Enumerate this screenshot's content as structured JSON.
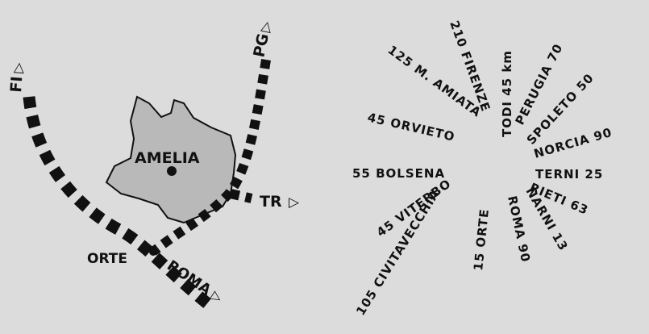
{
  "left_map": {
    "town": "AMELIA",
    "junction": "ORTE",
    "directions": {
      "fi": "FI",
      "pg": "PG",
      "tr": "TR",
      "roma": "ROMA"
    },
    "arrow_glyph": "▷"
  },
  "right_panel": {
    "destinations": [
      {
        "id": "firenze",
        "text": "210 FIRENZE"
      },
      {
        "id": "todi",
        "text": "TODI 45 km"
      },
      {
        "id": "perugia",
        "text": "PERUGIA 70"
      },
      {
        "id": "spoleto",
        "text": "SPOLETO 50"
      },
      {
        "id": "amiata",
        "text": "125 M. AMIATA"
      },
      {
        "id": "orvieto",
        "text": "45 ORVIETO"
      },
      {
        "id": "norcia",
        "text": "NORCIA 90"
      },
      {
        "id": "bolsena",
        "text": "55 BOLSENA"
      },
      {
        "id": "terni",
        "text": "TERNI 25"
      },
      {
        "id": "rieti",
        "text": "RIETI 63"
      },
      {
        "id": "viterbo",
        "text": "45 VITERBO"
      },
      {
        "id": "civitavecchia",
        "text": "105 CIVITAVECCHIA"
      },
      {
        "id": "orte",
        "text": "15 ORTE"
      },
      {
        "id": "roma",
        "text": "ROMA 90"
      },
      {
        "id": "narni",
        "text": "NARNI 13"
      }
    ]
  },
  "colors": {
    "background": "#dcdcdc",
    "ink": "#111111",
    "territory": "#b9b9b9"
  }
}
